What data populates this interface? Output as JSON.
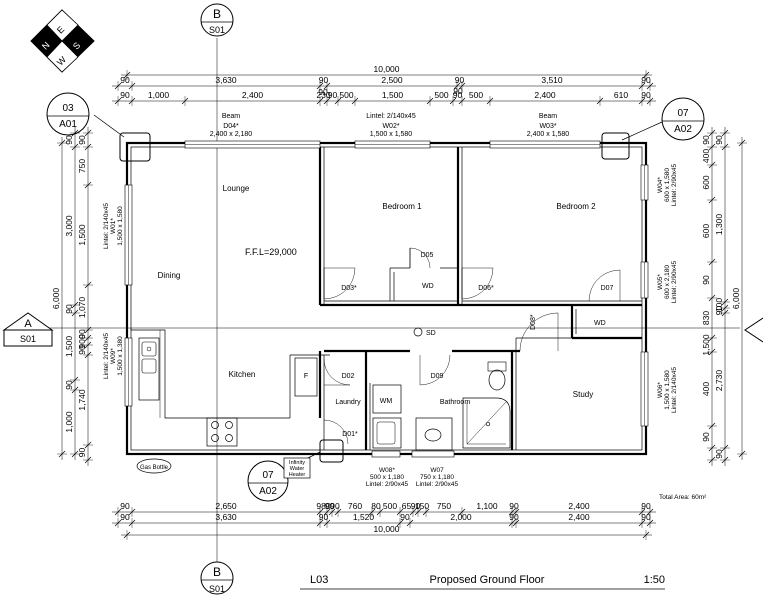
{
  "title_block": {
    "drawing_number": "L03",
    "drawing_title": "Proposed Ground Floor",
    "scale": "1:50"
  },
  "compass": {
    "n": "N",
    "e": "E",
    "s": "S",
    "w": "W"
  },
  "section_markers": {
    "top_b": {
      "letter": "B",
      "sheet": "S01"
    },
    "bottom_b": {
      "letter": "B",
      "sheet": "S01"
    },
    "left_a": {
      "letter": "A",
      "sheet": "S01"
    },
    "callout_03": {
      "num": "03",
      "sheet": "A01"
    },
    "callout_07_top": {
      "num": "07",
      "sheet": "A02"
    },
    "callout_07_bottom": {
      "num": "07",
      "sheet": "A02"
    }
  },
  "rooms": {
    "lounge": "Lounge",
    "dining": "Dining",
    "kitchen": "Kitchen",
    "bedroom1": "Bedroom 1",
    "bedroom2": "Bedroom 2",
    "laundry": "Laundry",
    "bathroom": "Bathroom",
    "study": "Study"
  },
  "labels": {
    "ffl": "F.F.L=29,000",
    "sd": "SD",
    "wd1": "WD",
    "wd2": "WD",
    "wm": "WM",
    "fridge": "F",
    "gas": "Gas Bottle",
    "hwu": [
      "Infinity",
      "Water",
      "Heater"
    ],
    "total_area": "Total Area: 60m²"
  },
  "doors": {
    "d01": "D01*",
    "d02": "D02",
    "d03": "D03*",
    "d05": "D05",
    "d06": "D06*",
    "d07": "D07",
    "d08": "D08*",
    "d09": "D09"
  },
  "top_annotations": {
    "beam_left": "Beam",
    "d04": "D04*",
    "d04_size": "2,400 x 2,180",
    "lintel_w02": "Lintel: 2/140x45",
    "w02": "W02*",
    "w02_size": "1,500 x 1,580",
    "beam_right": "Beam",
    "w03": "W03*",
    "w03_size": "2,400 x 1,580"
  },
  "side_annotations": {
    "w01": [
      "Lintel: 2/140x45",
      "W01*",
      "1,500 x 1,580"
    ],
    "w09": [
      "Lintel: 2/140x45",
      "W09*",
      "1,500 x 1,380"
    ],
    "w04": [
      "W04*",
      "600 x 1,580",
      "Lintel: 2/90x45"
    ],
    "w05": [
      "W05*",
      "600 x 2,180",
      "Lintel: 2/90x45"
    ],
    "w06": [
      "W06*",
      "1,500 x 1,580",
      "Lintel: 2/140x45"
    ]
  },
  "bottom_annotations": {
    "w08": [
      "W08*",
      "500 x 1,180",
      "Lintel: 2/90x45"
    ],
    "w07": [
      "W07",
      "750 x 1,180",
      "Lintel: 2/90x45"
    ]
  },
  "dims": {
    "top_total": "10,000",
    "top_row1": [
      "90",
      "3,630",
      "90",
      "2,500",
      "90",
      "3,510",
      "90"
    ],
    "top_row1_extra": "90",
    "top_row2": [
      "90",
      "1,000",
      "2,400",
      "230",
      "90",
      "500",
      "1,500",
      "500",
      "90",
      "500",
      "2,400",
      "610",
      "90"
    ],
    "top_row2_extra": "90",
    "bot_row1": [
      "90",
      "2,650",
      "980",
      "90",
      "90",
      "760",
      "80",
      "500",
      "65",
      "90",
      "150",
      "750",
      "1,100",
      "90",
      "2,400",
      "90"
    ],
    "bot_row2": [
      "90",
      "3,630",
      "90",
      "1,520",
      "90",
      "2,000",
      "90",
      "2,400",
      "90"
    ],
    "bot_total": "10,000",
    "left_total": "6,000",
    "left_row1": [
      "90",
      "3,000",
      "90",
      "1,500",
      "90",
      "1,000"
    ],
    "left_row2": [
      "90",
      "750",
      "1,500",
      "1,070",
      "90",
      "900",
      "90",
      "1,740",
      "90"
    ],
    "right_total": "6,000",
    "right_row1": [
      "90",
      "1,300",
      "100",
      "90",
      "2,730",
      "90"
    ],
    "right_row2": [
      "90",
      "400",
      "600",
      "600",
      "90",
      "830",
      "1,500",
      "400",
      "90"
    ]
  }
}
